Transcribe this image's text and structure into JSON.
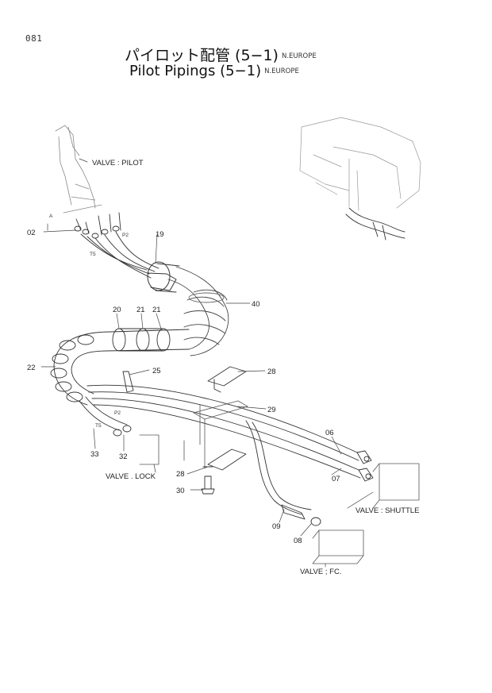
{
  "page": {
    "number": "081"
  },
  "title": {
    "japanese": "パイロット配管 (5−1)",
    "english": "Pilot Pipings (5−1)",
    "region": "N.EUROPE"
  },
  "component_labels": {
    "valve_pilot": "VALVE : PILOT",
    "valve_lock": "VALVE . LOCK",
    "valve_shuttle": "VALVE : SHUTTLE",
    "valve_fc": "VALVE ; FC."
  },
  "view_marker": "A",
  "callouts": [
    {
      "id": "c02",
      "text": "02"
    },
    {
      "id": "c19",
      "text": "19"
    },
    {
      "id": "c40",
      "text": "40"
    },
    {
      "id": "c20",
      "text": "20"
    },
    {
      "id": "c21a",
      "text": "21"
    },
    {
      "id": "c21b",
      "text": "21"
    },
    {
      "id": "c22",
      "text": "22"
    },
    {
      "id": "c25",
      "text": "25"
    },
    {
      "id": "c28a",
      "text": "28"
    },
    {
      "id": "c29",
      "text": "29"
    },
    {
      "id": "c06",
      "text": "06"
    },
    {
      "id": "c07",
      "text": "07"
    },
    {
      "id": "c33",
      "text": "33"
    },
    {
      "id": "c32",
      "text": "32"
    },
    {
      "id": "c28b",
      "text": "28"
    },
    {
      "id": "c30",
      "text": "30"
    },
    {
      "id": "c09",
      "text": "09"
    },
    {
      "id": "c08",
      "text": "08"
    }
  ],
  "hose_tags": [
    "P2",
    "T5",
    "P2",
    "T5"
  ]
}
